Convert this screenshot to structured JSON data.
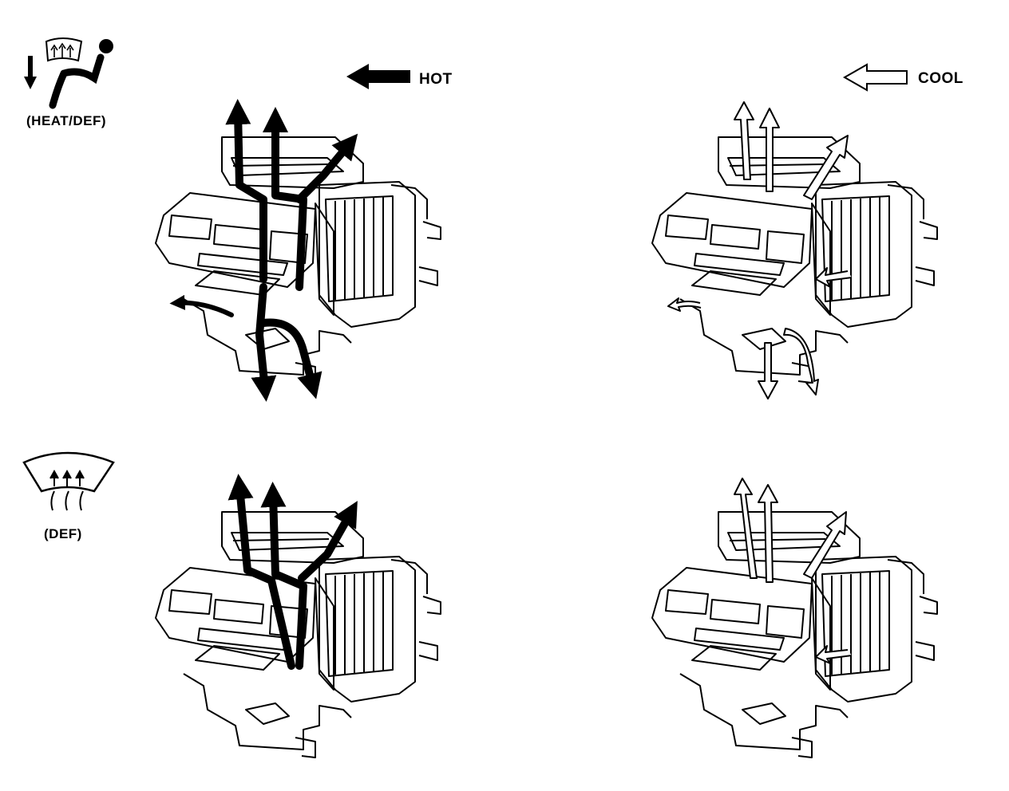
{
  "legend": {
    "hot_label": "HOT",
    "cool_label": "COOL"
  },
  "modes": [
    {
      "label": "(HEAT/DEF)",
      "icon": "heat-def-mode-icon"
    },
    {
      "label": "(DEF)",
      "icon": "defrost-mode-icon"
    }
  ],
  "colors": {
    "hot_arrow": "#000000",
    "cool_arrow": "#ffffff",
    "line": "#000000"
  }
}
